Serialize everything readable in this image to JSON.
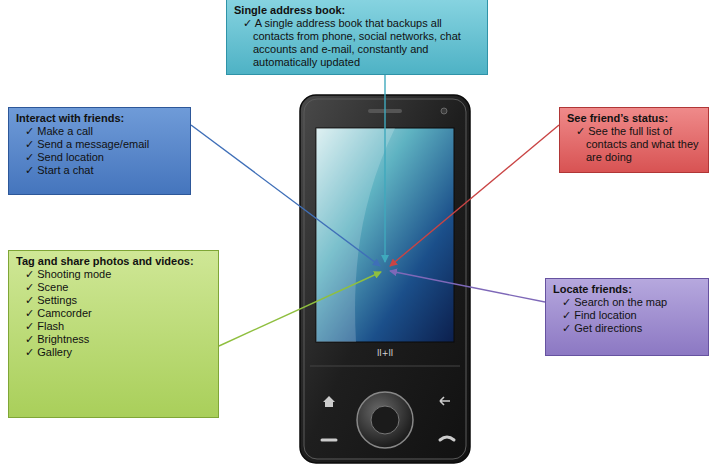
{
  "diagram": {
    "nodes": [
      {
        "text": [
          "Single address book:",
          "✓ A single address book that backups all contacts from phone, social networks, chat accounts and e-mail, constantly and automatically updated"
        ]
      },
      {
        "text": [
          "Interact with friends:",
          "✓ Make a call",
          "✓ Send a message/email",
          "✓ Send location",
          "✓ Start a chat"
        ]
      },
      {
        "text": [
          "See friend’s status:",
          "✓ See the full list of contacts and what they are doing"
        ]
      },
      {
        "text": [
          "Tag and share photos and videos:",
          "✓ Shooting mode",
          "✓ Scene",
          "✓ Settings",
          "✓ Camcorder",
          "✓ Flash",
          "✓ Brightness",
          "✓ Gallery"
        ]
      },
      {
        "text": [
          "Locate friends:",
          "✓ Search on the map",
          "✓ Find location",
          "✓ Get directions"
        ]
      }
    ],
    "labels": [
      "II+II"
    ]
  }
}
